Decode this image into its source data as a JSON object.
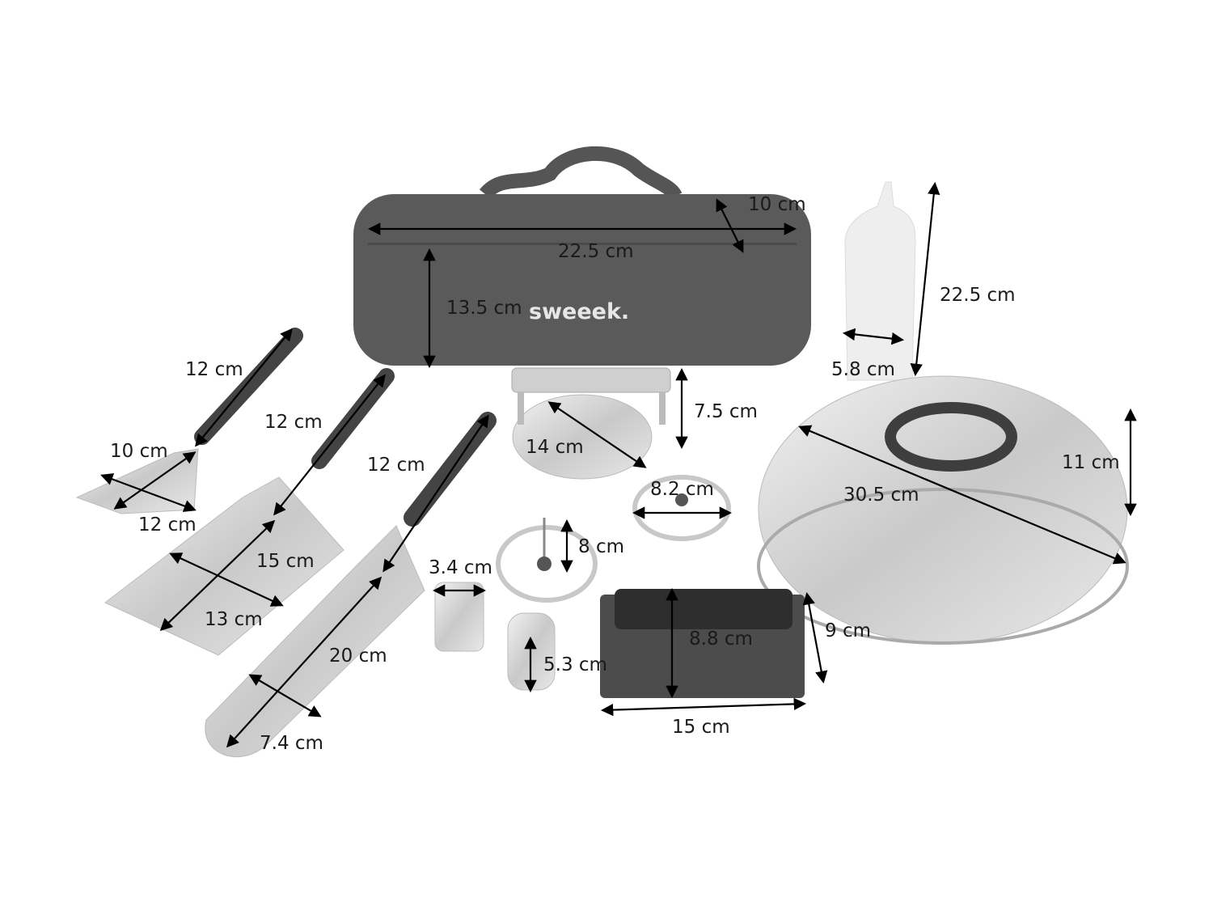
{
  "brand": "sweeek.",
  "colors": {
    "bag": "#555555",
    "handle": "#4a4a4a",
    "steel": "#d4d4d4",
    "bottle": "#eeeeee",
    "label": "#1a1a1a"
  },
  "dimensions": {
    "bag_depth": "10 cm",
    "bag_length": "22.5 cm",
    "bag_height": "13.5 cm",
    "bottle_height": "22.5 cm",
    "bottle_width": "5.8 cm",
    "small_spatula_handle": "12 cm",
    "small_spatula_width": "10 cm",
    "small_spatula_length": "12 cm",
    "medium_spatula_handle": "12 cm",
    "medium_spatula_width": "15 cm",
    "medium_spatula_length": "13 cm",
    "long_spatula_handle": "12 cm",
    "long_spatula_length": "20 cm",
    "long_spatula_width": "7.4 cm",
    "press_height": "7.5 cm",
    "press_diameter": "14 cm",
    "ring_large": "8.2 cm",
    "ring_small": "8 cm",
    "shaker_width": "3.4 cm",
    "shaker_height": "5.3 cm",
    "brick_height": "8.8 cm",
    "brick_depth": "9 cm",
    "brick_length": "15 cm",
    "dome_height": "11 cm",
    "dome_diameter": "30.5 cm"
  }
}
